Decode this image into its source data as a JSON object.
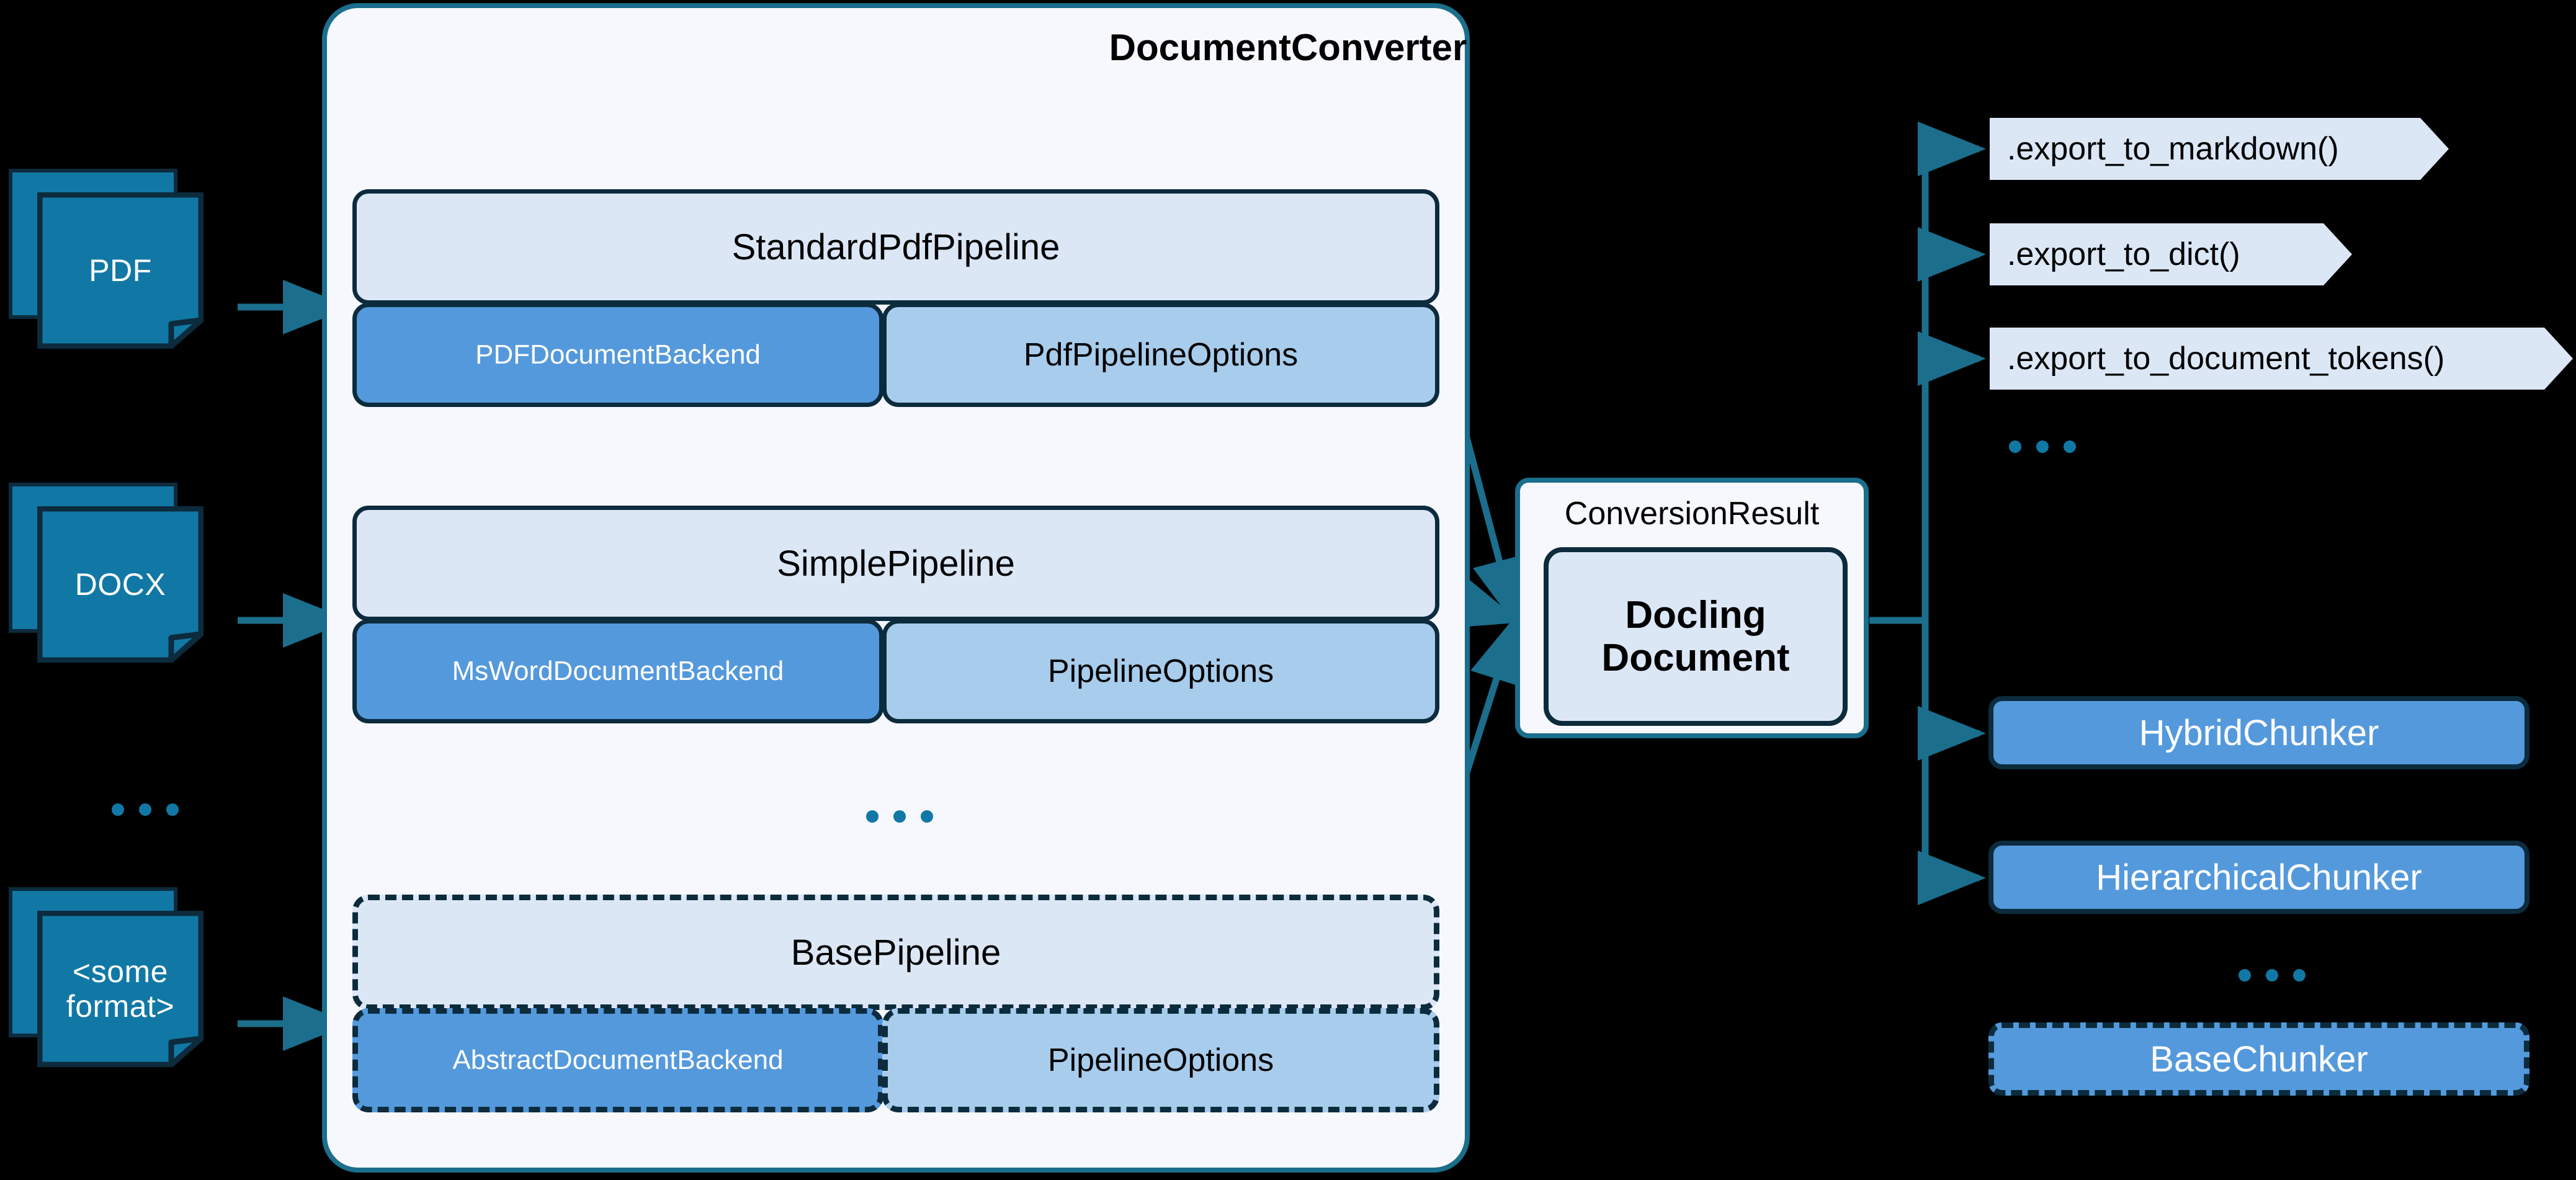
{
  "colors": {
    "background": "#000000",
    "panel_fill": "#F6F8FD",
    "panel_border": "#1B6E8C",
    "pipeline_head_fill": "#DCE7F6",
    "backend_fill": "#5499DC",
    "options_fill": "#A8CCEC",
    "doc_fill": "#1178A6",
    "dark_border": "#0C2B3D",
    "connector": "#1B6E8C",
    "dots": "#1178A6"
  },
  "inputs": {
    "items": [
      {
        "label": "PDF",
        "icon": "file-stack-icon"
      },
      {
        "label": "DOCX",
        "icon": "file-stack-icon"
      },
      {
        "label": "<some\nformat>",
        "line1": "<some",
        "line2": "format>",
        "icon": "file-stack-icon"
      }
    ],
    "ellipsis": "..."
  },
  "converter": {
    "title": "DocumentConverter",
    "ellipsis": "...",
    "pipelines": [
      {
        "name": "StandardPdfPipeline",
        "backend": "PDFDocumentBackend",
        "options": "PdfPipelineOptions",
        "abstract": false
      },
      {
        "name": "SimplePipeline",
        "backend": "MsWordDocumentBackend",
        "options": "PipelineOptions",
        "abstract": false
      },
      {
        "name": "BasePipeline",
        "backend": "AbstractDocumentBackend",
        "options": "PipelineOptions",
        "abstract": true
      }
    ]
  },
  "conversion_result": {
    "title": "ConversionResult",
    "document_line1": "Docling",
    "document_line2": "Document"
  },
  "exports": {
    "items": [
      {
        "label": ".export_to_markdown()"
      },
      {
        "label": ".export_to_dict()"
      },
      {
        "label": ".export_to_document_tokens()"
      }
    ],
    "ellipsis": "..."
  },
  "chunkers": {
    "items": [
      {
        "label": "HybridChunker",
        "abstract": false
      },
      {
        "label": "HierarchicalChunker",
        "abstract": false
      },
      {
        "label": "BaseChunker",
        "abstract": true
      }
    ],
    "ellipsis": "..."
  }
}
